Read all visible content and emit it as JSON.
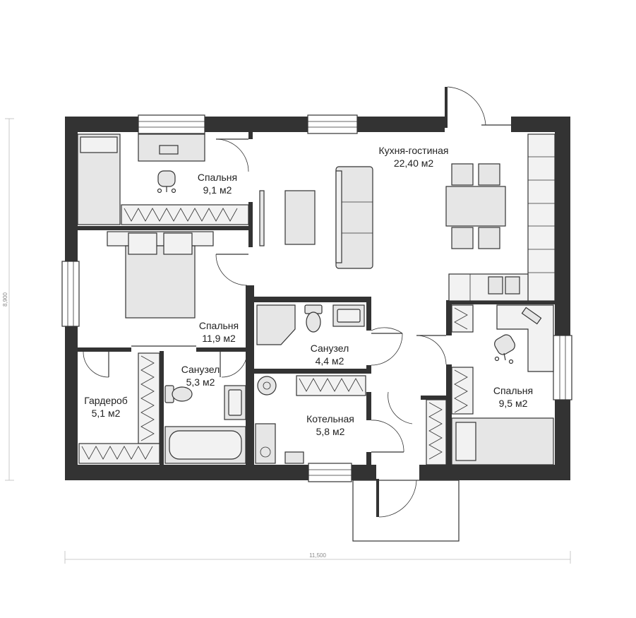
{
  "rooms": {
    "living": {
      "name": "Кухня-гостиная",
      "area": "22,40 м2"
    },
    "bedroom_top": {
      "name": "Спальня",
      "area": "9,1 м2"
    },
    "bedroom_master": {
      "name": "Спальня",
      "area": "11,9 м2"
    },
    "bathroom_center": {
      "name": "Санузел",
      "area": "4,4 м2"
    },
    "bathroom_left": {
      "name": "Санузел",
      "area": "5,3 м2"
    },
    "wardrobe": {
      "name": "Гардероб",
      "area": "5,1 м2"
    },
    "boiler": {
      "name": "Котельная",
      "area": "5,8 м2"
    },
    "bedroom_right": {
      "name": "Спальня",
      "area": "9,5 м2"
    }
  },
  "dimensions": {
    "width": "11,500",
    "height": "8,900"
  },
  "colors": {
    "wall": "#333333",
    "furniture_fill": "#e6e6e6",
    "background": "#ffffff"
  }
}
